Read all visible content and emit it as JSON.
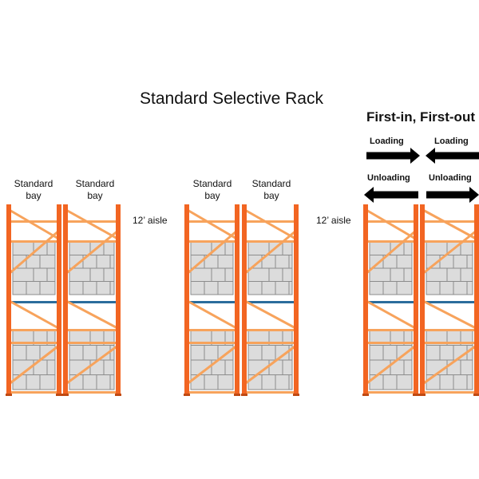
{
  "title": "Standard Selective Rack",
  "fifo": {
    "title": "First-in, First-out",
    "loading": "Loading",
    "unloading": "Unloading"
  },
  "bay_label": {
    "line1": "Standard",
    "line2": "bay"
  },
  "aisle_label": "12’ aisle",
  "colors": {
    "upright": "#f26522",
    "brace": "#f7a35c",
    "beam": "#f7a35c",
    "beam_blue": "#2b6d9c",
    "box": "#dcdcdc",
    "box_line": "#8c8c8c",
    "arrow": "#000000"
  }
}
